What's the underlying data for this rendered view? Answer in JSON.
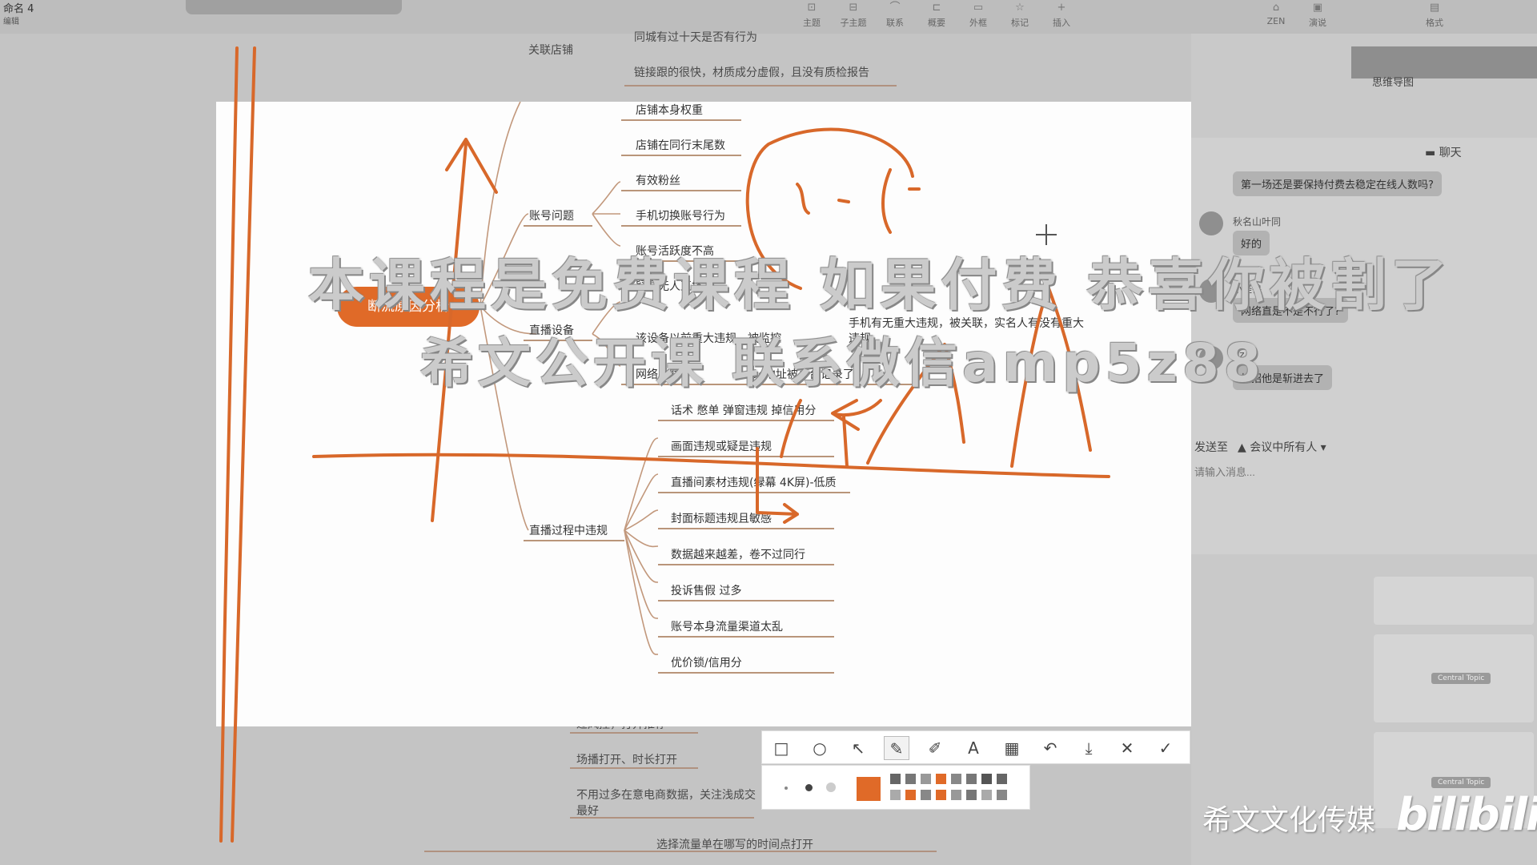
{
  "app": {
    "doc_title": "命名 4",
    "doc_sub": "编辑"
  },
  "toolbar": [
    {
      "label": "主题",
      "icon": "topic-icon"
    },
    {
      "label": "子主题",
      "icon": "subtopic-icon"
    },
    {
      "label": "联系",
      "icon": "relationship-icon"
    },
    {
      "label": "概要",
      "icon": "summary-icon"
    },
    {
      "label": "外框",
      "icon": "boundary-icon"
    },
    {
      "label": "标记",
      "icon": "marker-icon"
    },
    {
      "label": "插入",
      "icon": "insert-icon"
    },
    {
      "label": "ZEN",
      "icon": "zen-icon"
    },
    {
      "label": "演说",
      "icon": "pitch-icon"
    },
    {
      "label": "格式",
      "icon": "format-icon"
    }
  ],
  "mindmap": {
    "central": "断流原因分析",
    "bg_nodes_top": [
      {
        "text": "关联店铺"
      },
      {
        "text": "同城有过十天是否有行为"
      },
      {
        "text": "链接跟的很快，材质成分虚假，且没有质检报告"
      }
    ],
    "slide_nodes": [
      {
        "text": "店铺本身权重"
      },
      {
        "text": "店铺在同行末尾数"
      },
      {
        "text": "账号问题"
      },
      {
        "text": "有效粉丝"
      },
      {
        "text": "手机切换账号行为"
      },
      {
        "text": "账号活跃度不高"
      },
      {
        "text": "疑是无人直播"
      },
      {
        "text": "直播设备"
      },
      {
        "text": "该设备以前重大违规，被监控"
      },
      {
        "text": "手机有无重大违规，被关联，实名人有没有重大违规"
      },
      {
        "text": "网络关联"
      },
      {
        "text": "mac地址被平台记录了"
      },
      {
        "text": "话术 憋单 弹窗违规 掉信用分"
      },
      {
        "text": "画面违规或疑是违规"
      },
      {
        "text": "直播间素材违规(绿幕 4K屏)-低质"
      },
      {
        "text": "封面标题违规且敏感"
      },
      {
        "text": "直播过程中违规"
      },
      {
        "text": "数据越来越差，卷不过同行"
      },
      {
        "text": "投诉售假 过多"
      },
      {
        "text": "账号本身流量渠道太乱"
      },
      {
        "text": "优价锁/信用分"
      }
    ],
    "bg_nodes_bottom": [
      {
        "text": "过风控，打开推荐"
      },
      {
        "text": "场播打开、时长打开"
      },
      {
        "text": "不用过多在意电商数据，关注浅成交"
      },
      {
        "text": "最好"
      },
      {
        "text": "选择流量单在哪写的时间点打开"
      }
    ]
  },
  "sidebar": {
    "dark_label": "思维导图",
    "chat_title": "聊天",
    "messages": [
      {
        "user": "",
        "text": "第一场还是要保持付费去稳定在线人数吗?"
      },
      {
        "user": "秋名山叶同",
        "text": "好的"
      },
      {
        "user": "小怪兽",
        "text": "网络直是不是不行了?"
      },
      {
        "user": "Az",
        "text": "投招他是斩进去了"
      }
    ],
    "send_to_label": "发送至",
    "send_to_target": "会议中所有人",
    "input_placeholder": "请输入消息...",
    "thumb_labels": [
      "Central Topic",
      "Central Topic"
    ]
  },
  "drawbar": {
    "tools": [
      "rect-icon",
      "circle-icon",
      "arrow-icon",
      "pen-icon",
      "marker-icon",
      "text-icon",
      "mosaic-icon",
      "undo-icon",
      "download-icon",
      "close-icon",
      "confirm-icon"
    ],
    "current_color": "#e06a28",
    "swatches": [
      "#666666",
      "#777777",
      "#999999",
      "#e06a28",
      "#888888",
      "#777777",
      "#555555",
      "#666666",
      "#aaaaaa",
      "#e06a28",
      "#888888",
      "#e06a28",
      "#999999",
      "#777777",
      "#aaaaaa",
      "#888888"
    ]
  },
  "overlay": {
    "watermark_line1": "本课程是免费课程 如果付费 恭喜你被割了",
    "watermark_line2": "希文公开课 联系微信amp5z88",
    "brand": "希文文化传媒",
    "logo": "bilibili"
  },
  "colors": {
    "accent": "#e06a28",
    "ink": "#d8682a"
  }
}
